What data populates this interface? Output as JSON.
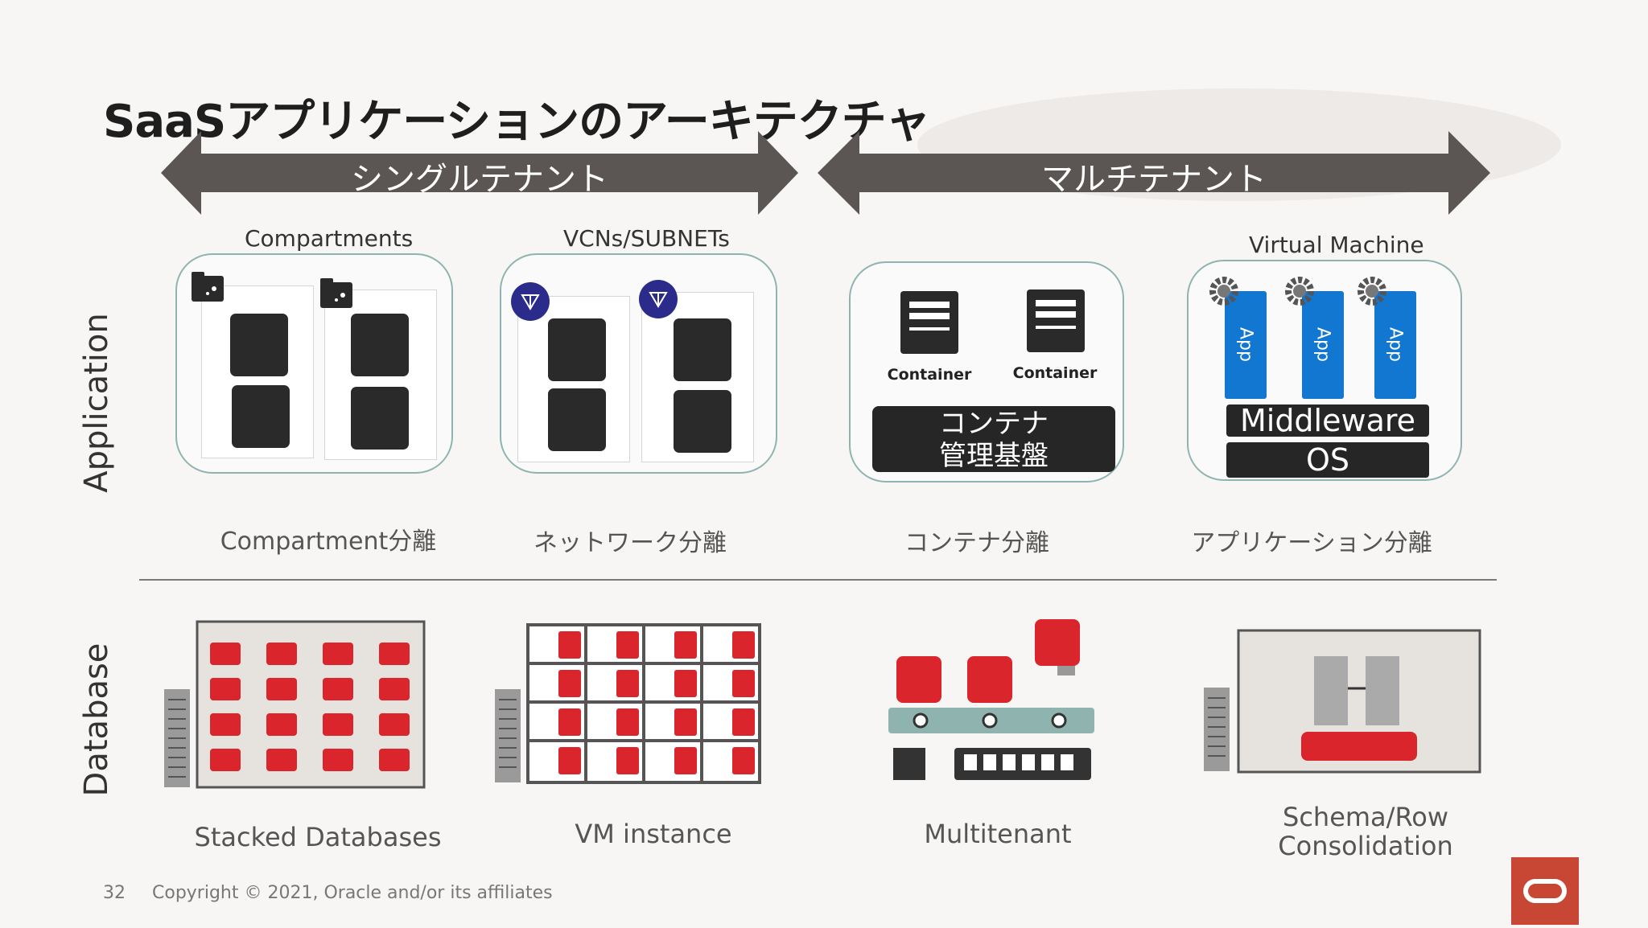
{
  "title": "SaaSアプリケーションのアーキテクチャ",
  "arrows": {
    "single": "シングルテナント",
    "multi": "マルチテナント"
  },
  "side_labels": {
    "application": "Application",
    "database": "Database"
  },
  "application": {
    "cards": [
      {
        "label": "Compartments",
        "caption": "Compartment分離"
      },
      {
        "label": "VCNs/SUBNETs",
        "caption": "ネットワーク分離"
      },
      {
        "label": "",
        "caption": "コンテナ分離",
        "containers": [
          "Container",
          "Container"
        ],
        "platform_line1": "コンテナ",
        "platform_line2": "管理基盤"
      },
      {
        "label": "Virtual Machine",
        "caption": "アプリケーション分離",
        "apps": [
          "App",
          "App",
          "App"
        ],
        "middleware": "Middleware",
        "os": "OS"
      }
    ]
  },
  "database": {
    "items": [
      {
        "caption": "Stacked Databases"
      },
      {
        "caption": "VM instance"
      },
      {
        "caption": "Multitenant"
      },
      {
        "caption_line1": "Schema/Row",
        "caption_line2": "Consolidation"
      }
    ]
  },
  "footer": {
    "page_number": "32",
    "copyright": "Copyright © 2021, Oracle and/or its affiliates"
  },
  "colors": {
    "arrow": "#5b5653",
    "db_red": "#d9252b",
    "app_blue": "#1277d1",
    "card_border": "#8fb4b0",
    "oracle_red": "#c74634",
    "network_icon": "#2b2b8c"
  },
  "icons": [
    "folder-icon",
    "network-icon",
    "gear-icon",
    "server-icon",
    "database-icon",
    "chip-icon",
    "memory-icon",
    "oracle-logo-icon"
  ]
}
